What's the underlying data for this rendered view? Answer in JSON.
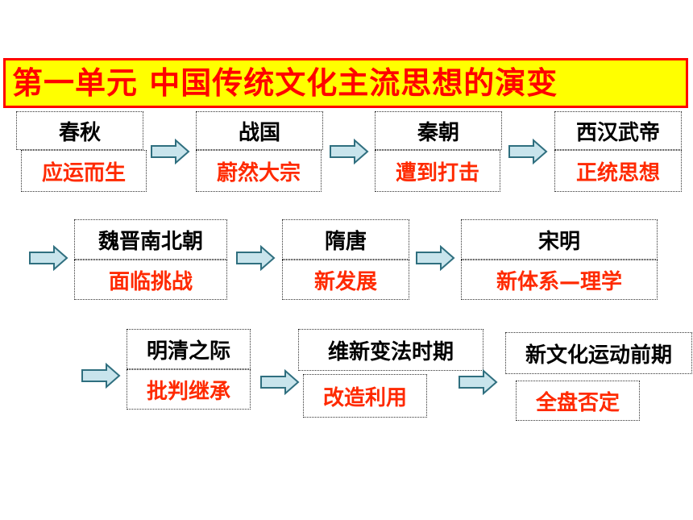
{
  "title": "第一单元  中国传统文化主流思想的演变",
  "colors": {
    "title_bg": "#ffff00",
    "title_text": "#ff0000",
    "desc_text": "#ff2a00",
    "arrow_fill": "#c8e4ec",
    "arrow_stroke": "#2f6f7f"
  },
  "stages": [
    {
      "era": "春秋",
      "desc": "应运而生"
    },
    {
      "era": "战国",
      "desc": "蔚然大宗"
    },
    {
      "era": "秦朝",
      "desc": "遭到打击"
    },
    {
      "era": "西汉武帝",
      "desc": "正统思想"
    },
    {
      "era": "魏晋南北朝",
      "desc": "面临挑战"
    },
    {
      "era": "隋唐",
      "desc": "新发展"
    },
    {
      "era": "宋明",
      "desc": "新体系—理学"
    },
    {
      "era": "明清之际",
      "desc": "批判继承"
    },
    {
      "era": "维新变法时期",
      "desc": "改造利用"
    },
    {
      "era": "新文化运动前期",
      "desc": "全盘否定"
    }
  ]
}
